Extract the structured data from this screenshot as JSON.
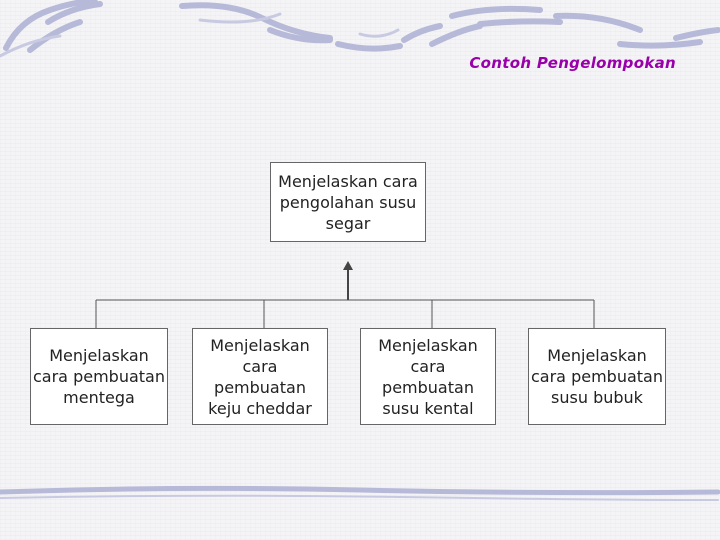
{
  "title": "Contoh Pengelompokan",
  "root": {
    "label": "Menjelaskan cara pengolahan susu segar"
  },
  "children": [
    {
      "label": "Menjelaskan cara pembuatan mentega"
    },
    {
      "label": "Menjelaskan cara pembuatan keju cheddar"
    },
    {
      "label": "Menjelaskan cara pembuatan susu kental"
    },
    {
      "label": "Menjelaskan cara pembuatan susu bubuk"
    }
  ],
  "colors": {
    "title": "#9900aa",
    "decoration": "#b7b9d9",
    "line": "#555555"
  }
}
